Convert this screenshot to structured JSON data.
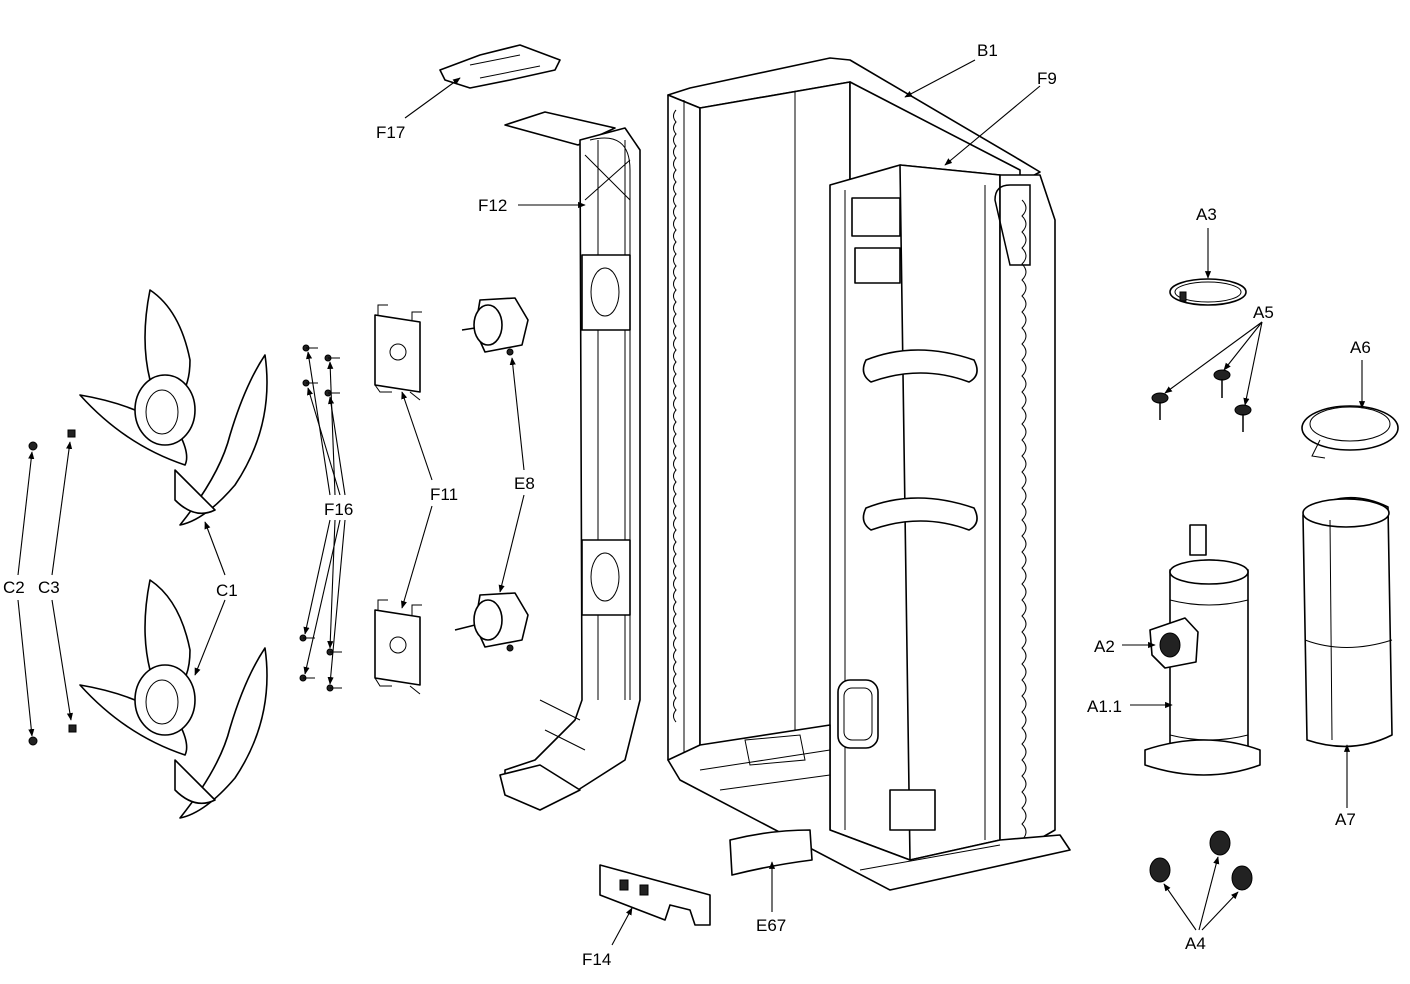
{
  "labels": {
    "B1": "B1",
    "F9": "F9",
    "F17": "F17",
    "F12": "F12",
    "A3": "A3",
    "A5": "A5",
    "A6": "A6",
    "F11": "F11",
    "E8": "E8",
    "F16": "F16",
    "C1": "C1",
    "C2": "C2",
    "C3": "C3",
    "A2": "A2",
    "A1_1": "A1.1",
    "A7": "A7",
    "E67": "E67",
    "F14": "F14",
    "A4": "A4"
  }
}
